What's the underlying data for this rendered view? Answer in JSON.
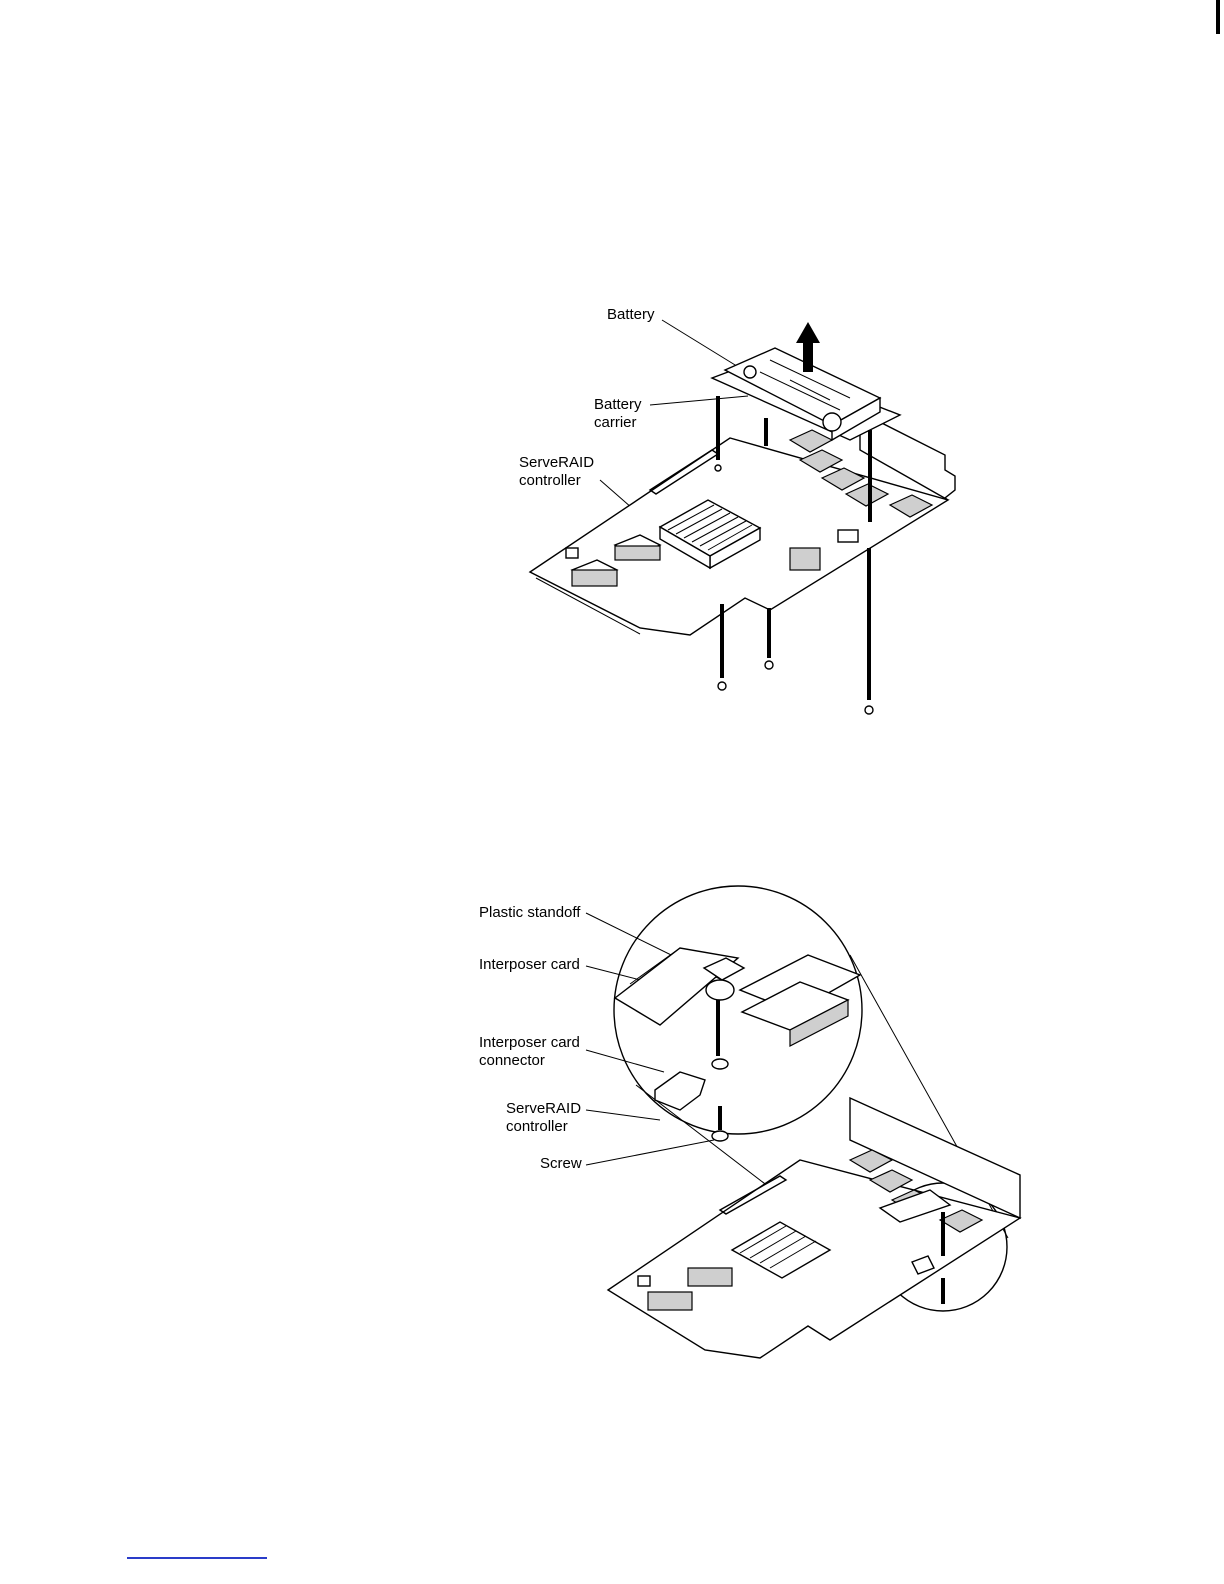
{
  "figure1": {
    "callouts": {
      "battery": "Battery",
      "battery_carrier_line1": "Battery",
      "battery_carrier_line2": "carrier",
      "controller_line1": "ServeRAID",
      "controller_line2": "controller"
    }
  },
  "figure2": {
    "callouts": {
      "plastic_standoff": "Plastic standoff",
      "interposer_card": "Interposer card",
      "connector_line1": "Interposer card",
      "connector_line2": "connector",
      "controller_line1": "ServeRAID",
      "controller_line2": "controller",
      "screw": "Screw"
    }
  },
  "colors": {
    "ink": "#000000",
    "link": "#2a3cc9"
  }
}
